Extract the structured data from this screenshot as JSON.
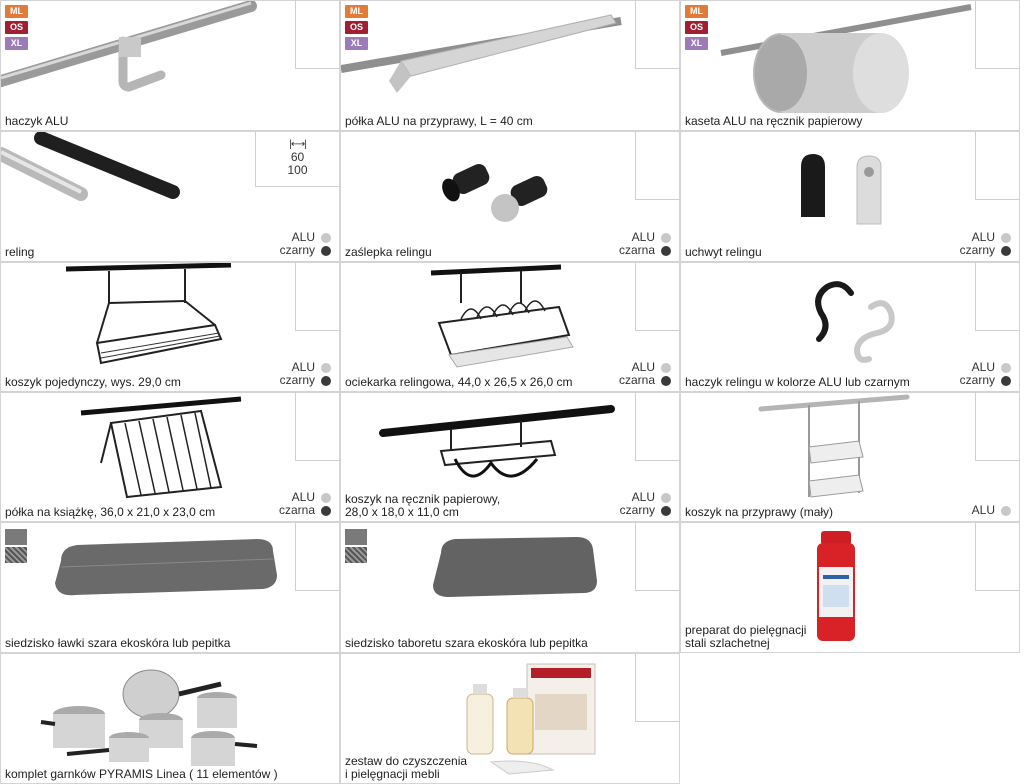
{
  "badges": [
    {
      "text": "ML",
      "color": "#e07b39"
    },
    {
      "text": "OS",
      "color": "#a01f33"
    },
    {
      "text": "XL",
      "color": "#9b7cb8"
    }
  ],
  "dims": {
    "a": "60",
    "b": "100"
  },
  "colors": {
    "alu_label": "ALU",
    "alu_dot": "#c8c8c8",
    "black_dot": "#3a3a3a"
  },
  "cells": [
    {
      "label": "haczyk ALU"
    },
    {
      "label": "półka ALU na przyprawy, L = 40 cm"
    },
    {
      "label": "kaseta ALU na ręcznik papierowy"
    },
    {
      "label": "reling",
      "color_b": "czarny"
    },
    {
      "label": "zaślepka relingu",
      "color_b": "czarna"
    },
    {
      "label": "uchwyt relingu",
      "color_b": "czarny"
    },
    {
      "label": "koszyk pojedynczy, wys. 29,0 cm",
      "color_b": "czarny"
    },
    {
      "label": "ociekarka relingowa, 44,0 x 26,5 x 26,0 cm",
      "color_b": "czarna"
    },
    {
      "label": "haczyk relingu w kolorze ALU lub czarnym",
      "color_b": "czarny"
    },
    {
      "label": "półka na książkę, 36,0 x 21,0 x 23,0 cm",
      "color_b": "czarna"
    },
    {
      "label": "koszyk na ręcznik papierowy,\n28,0 x 18,0 x 11,0 cm",
      "color_b": "czarny"
    },
    {
      "label": "koszyk na przyprawy (mały)"
    },
    {
      "label": "siedzisko ławki szara ekoskóra lub pepitka"
    },
    {
      "label": "siedzisko taboretu szara ekoskóra lub pepitka"
    },
    {
      "label": "preparat do pielęgnacji\nstali szlachetnej"
    },
    {
      "label": "komplet garnków PYRAMIS Linea ( 11 elementów )"
    },
    {
      "label": "zestaw do czyszczenia\ni pielęgnacji mebli"
    }
  ]
}
